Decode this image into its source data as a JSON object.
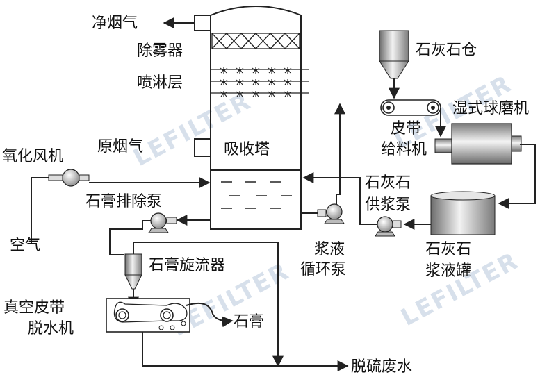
{
  "labels": {
    "clean_flue_gas": "净烟气",
    "mist_eliminator": "除雾器",
    "spray_layer": "喷淋层",
    "raw_flue_gas": "原烟气",
    "absorber": "吸收塔",
    "oxidation_fan": "氧化风机",
    "air": "空气",
    "gypsum_discharge_pump": "石膏排除泵",
    "gypsum_cyclone": "石膏旋流器",
    "vacuum_belt_line1": "真空皮带",
    "vacuum_belt_line2": "脱水机",
    "gypsum": "石膏",
    "desulfurization_wastewater": "脱硫废水",
    "slurry_pump_line1": "浆液",
    "slurry_pump_line2": "循环泵",
    "limestone_silo": "石灰石仓",
    "belt_feeder_line1": "皮带",
    "belt_feeder_line2": "给料机",
    "wet_ball_mill": "湿式球磨机",
    "supply_pump_line1": "石灰石",
    "supply_pump_line2": "供浆泵",
    "slurry_tank_line1": "石灰石",
    "slurry_tank_line2": "浆液罐"
  },
  "watermark": "LEFILTER"
}
